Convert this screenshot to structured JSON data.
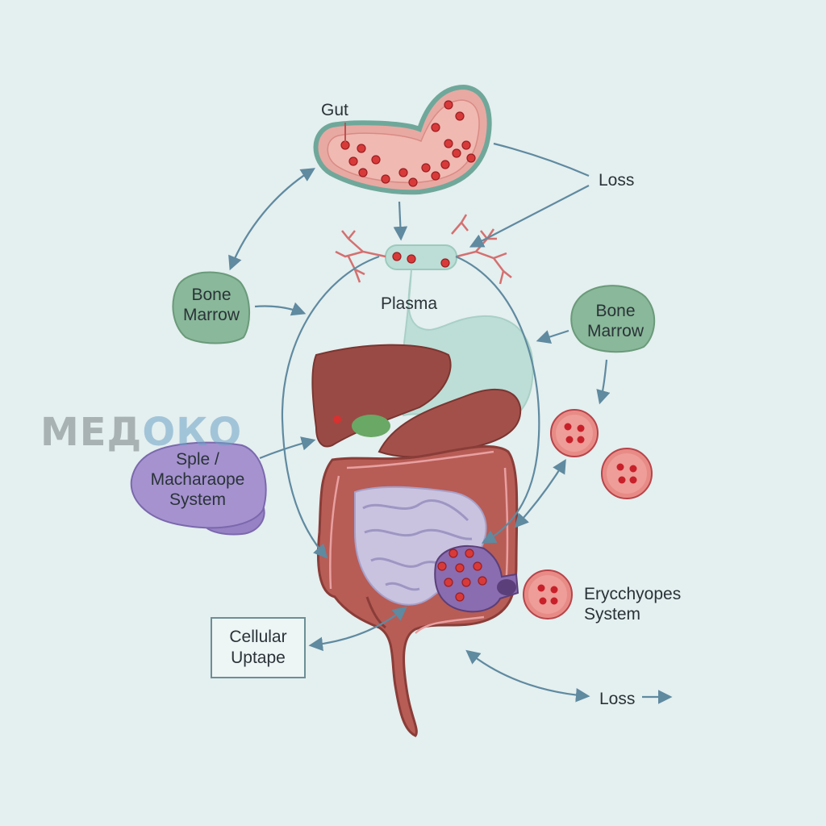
{
  "labels": {
    "gut": "Gut",
    "loss_top": "Loss",
    "plasma": "Plasma",
    "bone_marrow_left": "Bone\nMarrow",
    "bone_marrow_right": "Bone\nMarrow",
    "spleen_system": "Sple /\nMacharaope\nSystem",
    "cellular_uptake": "Cellular\nUptape",
    "erythrocytes_system": "Erycchyopes\nSystem",
    "loss_bottom": "Loss"
  },
  "watermark": {
    "part_a": "МЕД",
    "part_b": "ОКО"
  },
  "colors": {
    "background": "#e4efef",
    "arrow": "#5f8aa0",
    "bone_marrow": "#8ab89a",
    "spleen": "#a592cf",
    "cell": "#d95a5a",
    "cell_dot": "#c8202a",
    "organ": "#9a4a44",
    "intestine": "#b85c56",
    "small_intestine": "#c9c3e0",
    "stomach": "#bcded6"
  }
}
